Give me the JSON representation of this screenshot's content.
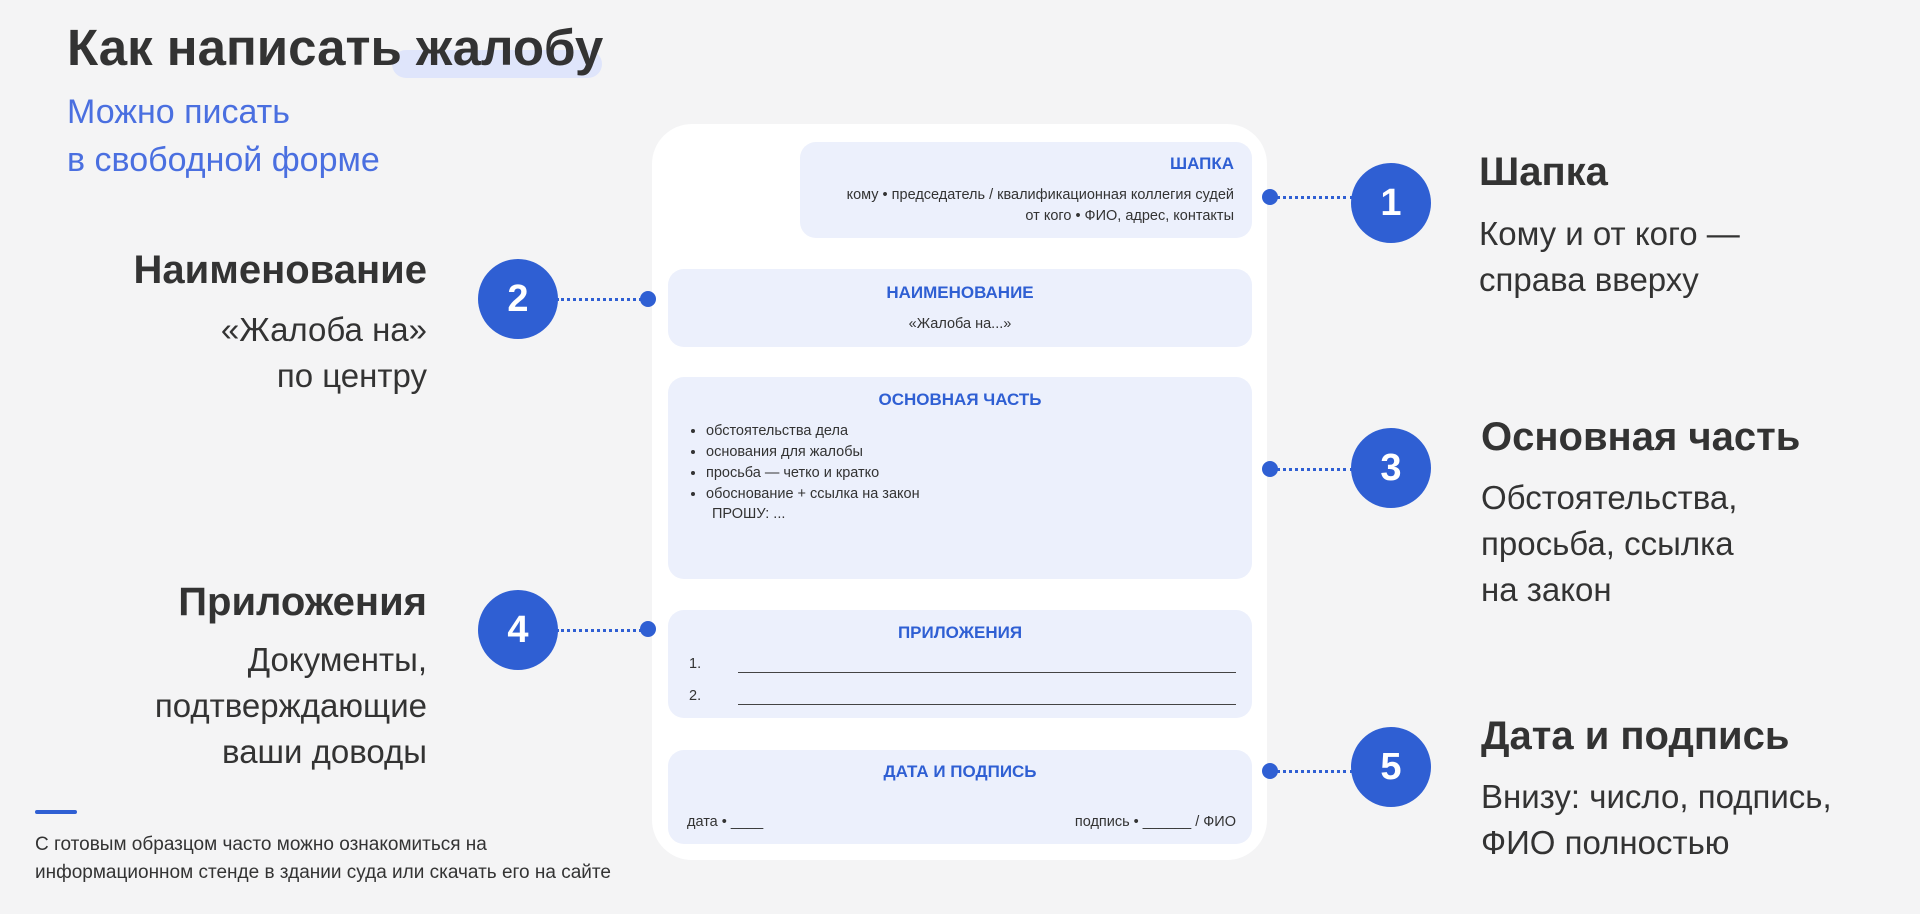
{
  "title": "Как написать жалобу",
  "subtitle": [
    "Можно писать",
    "в свободной форме"
  ],
  "document": {
    "header": {
      "heading": "ШАПКА",
      "line1": "кому • председатель / квалификационная коллегия судей",
      "line2": "от кого • ФИО, адрес, контакты"
    },
    "name": {
      "heading": "НАИМЕНОВАНИЕ",
      "text": "«Жалоба на...»"
    },
    "body": {
      "heading": "ОСНОВНАЯ ЧАСТЬ",
      "items": [
        "обстоятельства дела",
        "основания для жалобы",
        "просьба — четко и кратко",
        "обоснование + ссылка на закон"
      ],
      "request": "ПРОШУ: ..."
    },
    "attachments": {
      "heading": "ПРИЛОЖЕНИЯ",
      "rows": [
        "1.",
        "2."
      ]
    },
    "signature": {
      "heading": "ДАТА И ПОДПИСЬ",
      "left": "дата • ____",
      "right": "подпись • ______ / ФИО"
    }
  },
  "steps": [
    {
      "number": "1",
      "title": "Шапка",
      "text": [
        "Кому и от кого —",
        "справа вверху"
      ]
    },
    {
      "number": "2",
      "title": "Наименование",
      "text": [
        "«Жалоба на»",
        "по центру"
      ]
    },
    {
      "number": "3",
      "title": "Основная часть",
      "text": [
        "Обстоятельства,",
        "просьба, ссылка",
        "на закон"
      ]
    },
    {
      "number": "4",
      "title": "Приложения",
      "text": [
        "Документы,",
        "подтверждающие",
        "ваши доводы"
      ]
    },
    {
      "number": "5",
      "title": "Дата и подпись",
      "text": [
        "Внизу: число, подпись,",
        "ФИО полностью"
      ]
    }
  ],
  "footnote": [
    "С готовым образцом часто можно ознакомиться на",
    "информационном стенде в здании суда или скачать его на сайте"
  ],
  "colors": {
    "accent": "#2f5fd3",
    "section_bg": "#ecf0fc",
    "subtitle": "#4a6fe0"
  }
}
